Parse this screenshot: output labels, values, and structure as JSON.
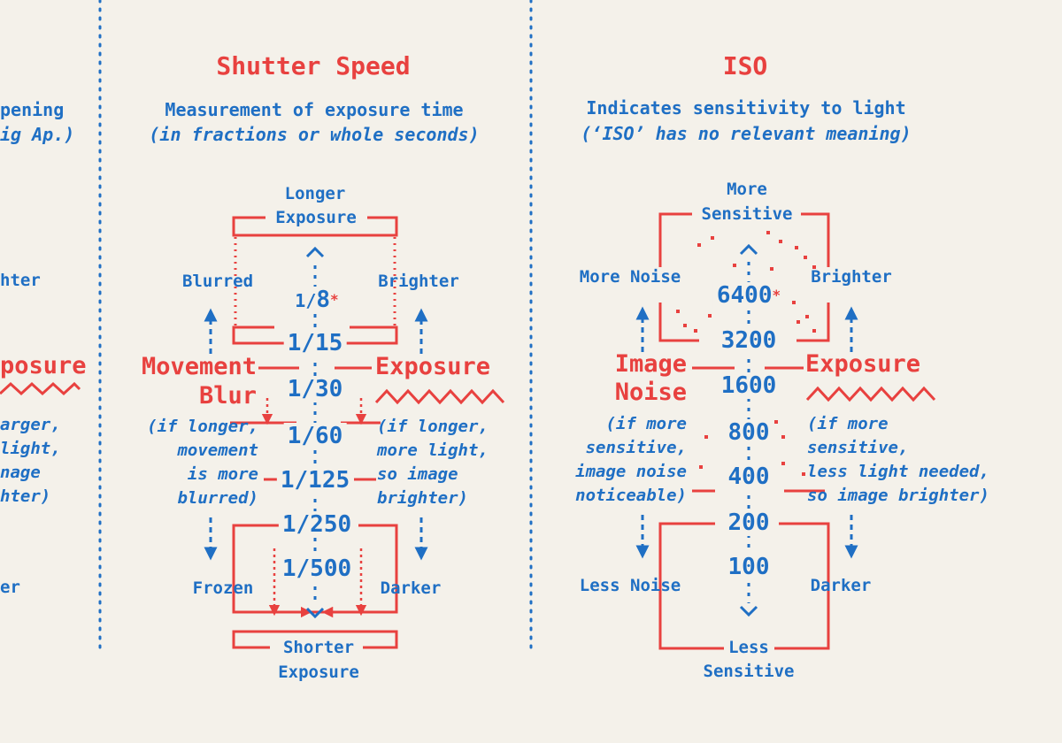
{
  "left_partial": {
    "line1": "pening",
    "line2": "ig Ap.)",
    "brighter": "hter",
    "exposure": "posure",
    "desc": [
      "arger,",
      "light,",
      "nage",
      "hter)"
    ],
    "darker": "er"
  },
  "shutter": {
    "title": "Shutter Speed",
    "subtitle_1": "Measurement of exposure time",
    "subtitle_2": "(in fractions or whole seconds)",
    "top_label_1": "Longer",
    "top_label_2": "Exposure",
    "bottom_label_1": "Shorter",
    "bottom_label_2": "Exposure",
    "left_up": "Blurred",
    "left_down": "Frozen",
    "right_up": "Brighter",
    "right_down": "Darker",
    "left_heading_1": "Movement",
    "left_heading_2": "Blur",
    "right_heading": "Exposure",
    "left_desc": [
      "(if longer,",
      "movement",
      "is more",
      "blurred)"
    ],
    "right_desc": [
      "(if longer,",
      "more light,",
      "so image",
      "brighter)"
    ],
    "values": [
      "1/8",
      "1/15",
      "1/30",
      "1/60",
      "1/125",
      "1/250",
      "1/500"
    ],
    "asterisk": "*"
  },
  "iso": {
    "title": "ISO",
    "subtitle_1": "Indicates sensitivity to light",
    "subtitle_2": "(‘ISO’ has no relevant meaning)",
    "top_label_1": "More",
    "top_label_2": "Sensitive",
    "bottom_label_1": "Less",
    "bottom_label_2": "Sensitive",
    "left_up": "More Noise",
    "left_down": "Less Noise",
    "right_up": "Brighter",
    "right_down": "Darker",
    "left_heading_1": "Image",
    "left_heading_2": "Noise",
    "right_heading": "Exposure",
    "left_desc": [
      "(if more",
      "sensitive,",
      "image noise",
      "noticeable)"
    ],
    "right_desc": [
      "(if more",
      "sensitive,",
      "less light needed,",
      "so image brighter)"
    ],
    "values": [
      "6400",
      "3200",
      "1600",
      "800",
      "400",
      "200",
      "100"
    ],
    "asterisk": "*"
  },
  "colors": {
    "blue": "#1f6fc4",
    "red": "#e8413f",
    "paper": "#f4f1ea"
  }
}
